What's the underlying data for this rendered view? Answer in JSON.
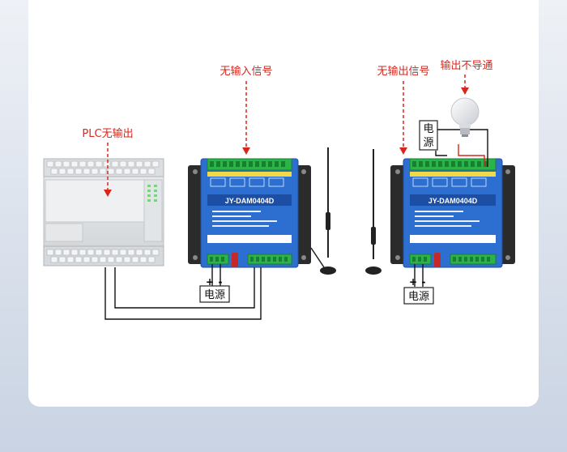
{
  "labels": {
    "plc_no_output": "PLC无输出",
    "no_input_signal": "无输入信号",
    "no_output_signal": "无输出信号",
    "output_not_conducting": "输出不导通",
    "power_left": "电源",
    "power_right": "电源",
    "power_lamp": "电源",
    "plus_left": "+",
    "minus_left": "-",
    "plus_right": "+",
    "minus_right": "-"
  },
  "device": {
    "model_left": "JY-DAM0404D",
    "model_right": "JY-DAM0404D"
  },
  "colors": {
    "annotation": "#d9261c",
    "module_blue": "#2d6fd1",
    "terminal_green": "#2bb34a",
    "wire": "#111111"
  }
}
